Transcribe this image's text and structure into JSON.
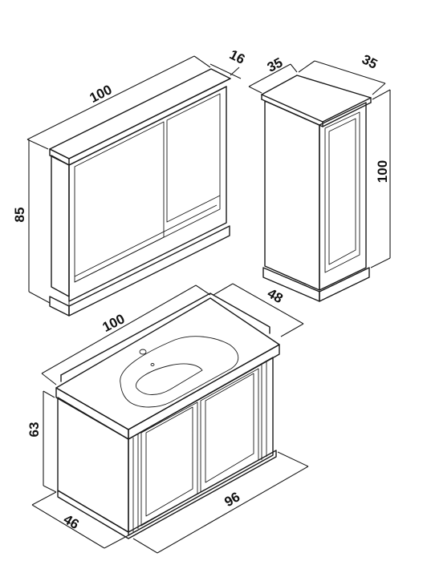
{
  "colors": {
    "line": "#1a1a1a",
    "background": "#ffffff"
  },
  "mirror_cabinet": {
    "width_label": "100",
    "depth_label": "16",
    "height_label": "85"
  },
  "tall_cabinet": {
    "width_label": "35",
    "depth_label": "35",
    "height_label": "100"
  },
  "vanity_basin": {
    "top_width_label": "100",
    "top_depth_label": "48",
    "height_label": "63",
    "body_depth_label": "46",
    "body_width_label": "96"
  }
}
